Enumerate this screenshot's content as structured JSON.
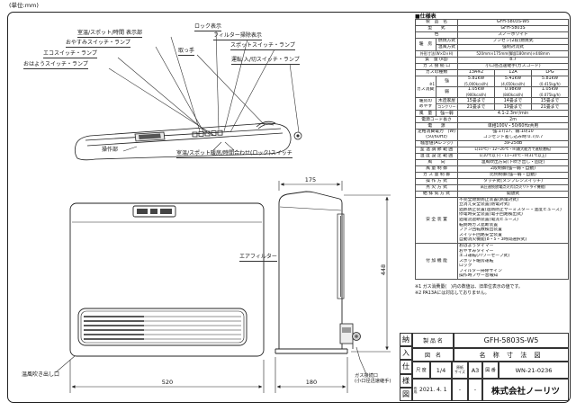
{
  "page": {
    "unit_note": "(単位:mm)"
  },
  "drawing": {
    "labels": {
      "display": "室温/スポット/時間 表示部",
      "oyasumi": "おやすみスイッチ・ランプ",
      "eco": "エコスイッチ・ランプ",
      "ohayo": "おはようスイッチ・ランプ",
      "lock": "ロック表示",
      "filter_sign": "フィルター掃除表示",
      "spot": "スポットスイッチ・ランプ",
      "handle": "取っ手",
      "power_switch": "運転 入/切スイッチ・ランプ",
      "control": "操作部",
      "temp_switch": "室温/スポット暖房/時間合わせ(ロック)スイッチ",
      "air_filter": "エアフィルター",
      "outlet": "温風吹き出し口",
      "gas_conn1": "ガス接続口",
      "gas_conn2": "(小口径迅速継手)"
    },
    "dims": {
      "width": "520",
      "depth": "180",
      "depth_top": "175",
      "height": "448"
    }
  },
  "spec": {
    "title": "■仕様表",
    "product_label": "製　品　名",
    "product": "GFH-5803S-W5",
    "model_label": "型　　式",
    "model": "GFH-5803S",
    "color_label": "色",
    "color": "スノーホワイト",
    "heating_label": "暖　房",
    "combustion_label": "燃焼方式",
    "combustion": "ブンゼン(2段)燃焼式",
    "fan_label": "温風方式",
    "fan": "強制対流式",
    "dims_label": "外形寸法(W×D×H)",
    "dims": "520mm×175mm(脚部180mm)×448mm",
    "weight_label": "質　量 (kg)",
    "weight": "8.7",
    "gas_conn_label": "ガ ス 接 続 口",
    "gas_conn": "小口径迅速継手(ガスコード)",
    "gas_type_label": "ガスの種類",
    "gas_types": [
      "13A※2",
      "12A",
      "LPG"
    ],
    "consumption_note": "※1",
    "consumption_label": "ガス消費量",
    "high_label": "強",
    "high": [
      {
        "kw": "5.81kW",
        "old": "(5,000kcal/h)"
      },
      {
        "kw": "5.41kW",
        "old": "(4,650kcal/h)"
      },
      {
        "kw": "5.81kW",
        "old": "(0.415kg/h)"
      }
    ],
    "low_label": "弱",
    "low": [
      {
        "kw": "1.05kW",
        "old": "(900kcal/h)"
      },
      {
        "kw": "0.98kW",
        "old": "(840kcal/h)"
      },
      {
        "kw": "1.05kW",
        "old": "(0.075kg/h)"
      }
    ],
    "guide_label1": "暖房の",
    "guide_label2": "めやす",
    "wood_label": "木造家屋",
    "wood": [
      "15畳まで",
      "14畳まで",
      "15畳まで"
    ],
    "concrete_label": "コンクリート住宅",
    "concrete": [
      "21畳まで",
      "19畳まで",
      "21畳まで"
    ],
    "airvol_label": "風　量",
    "airvol_sub": "強一弱",
    "airvol": "4.1-2.3m³/min",
    "cord_label": "電源コード長さ",
    "cord": "2m",
    "power_label": "電　　源",
    "power": "単相100V・50/60Hz共用",
    "wattage_label1": "定格消費電力　(W)",
    "wattage_label2": "(50/60Hz)",
    "wattage1": "強:17/17、弱:10/10",
    "wattage2": "コンセント差し込み時:0.7/0.7",
    "noise_label": "騒音値(Aレンジ)",
    "noise": "39-25dB",
    "temp_range_label": "室 温 調 節 範 囲",
    "temp_range": "L(10℃)・12~26℃・H(最大能力で連続運転)",
    "temp_set_label": "温 度 設 定 範 囲",
    "temp_set": "L(10℃以下)・11~30℃・H(31℃以上)",
    "direction_label": "風　　向",
    "direction": "温風吹出方向(下吹き出し・固定)",
    "fanctrl_label": "風 量 制 御",
    "fanctrl": "2段制御(強一弱・自動)",
    "gasctrl_label": "ガ ス 量 制 御",
    "gasctrl": "比例制御(強一弱・自動)",
    "operation_label": "操 作 方 式",
    "operation": "タッチ式(メンブレンスイッチ)",
    "ignition_label": "点 火 方 式",
    "ignition": "高圧連続放電点火式(点火リトライ機能)",
    "exhaust_label": "給 排 気 方 式",
    "exhaust": "開放式",
    "safety_label": "安 全 装 置",
    "safety": [
      "不完全燃焼防止装置(熱電対式)",
      "立消え安全装置(熱電対式)",
      "過熱防止装置(過熱防止サーミスター・温度ヒューズ)",
      "停電時安全装置(電子回路検出式)",
      "過電流遮断装置(電流ヒューズ)",
      "転倒時ガス遮断装置",
      "ファン回転数検出装置",
      "スイッチ回路安全装置",
      "自動消火機能(8・5・3時間選択式)"
    ],
    "extra_label": "付 加 機 能",
    "extra": [
      "おはようタイマー",
      "おやすみタイマー",
      "エコ運転(パワーセーブ式)",
      "スポット暖房運転",
      "ロック",
      "フィルター掃除サイン",
      "操作時ブザー音報知"
    ],
    "note1": "※1 ガス消費量(　)内の数値は、旧単位表示の値です。",
    "note2": "※2 PA13Aには対応しておりません。"
  },
  "titleblock": {
    "side": [
      "納",
      "入",
      "仕",
      "様",
      "図"
    ],
    "product_label": "製 品 名",
    "product": "GFH-5803S-W5",
    "drawing_label": "図　名",
    "drawing_name": "名 称 寸 法 図",
    "scale_label": "尺 度",
    "scale": "1/4",
    "size_label1": "原紙",
    "size_label2": "サイズ",
    "size": "A3",
    "no_label": "図 番",
    "no": "WN-21-0236",
    "date_label": "作成",
    "date": "2021. 4. 1",
    "rev1": "-",
    "rev2": "-",
    "company": "株式会社ノーリツ"
  }
}
